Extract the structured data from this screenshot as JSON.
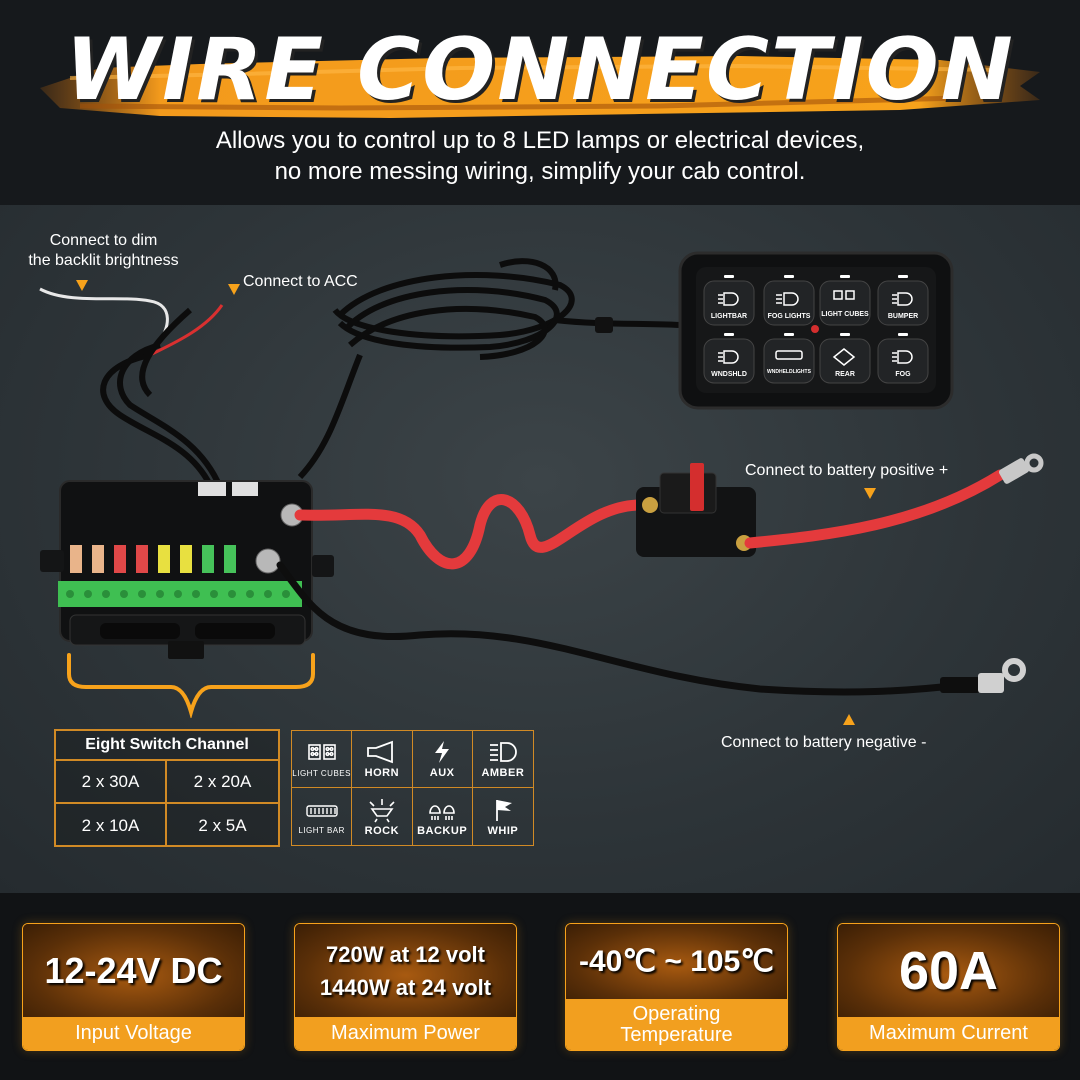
{
  "header": {
    "title": "WIRE CONNECTION",
    "subtitle_line1": "Allows you to control up to 8 LED lamps or electrical devices,",
    "subtitle_line2": "no more messing wiring, simplify your cab control."
  },
  "callouts": {
    "dim_line1": "Connect to dim",
    "dim_line2": "the backlit brightness",
    "acc": "Connect to ACC",
    "battery_positive": "Connect to battery positive +",
    "battery_negative": "Connect to battery negative -"
  },
  "control_panel": {
    "buttons": [
      "LIGHTBAR",
      "FOG LIGHTS",
      "LIGHT CUBES",
      "BUMPER",
      "WNDSHLD",
      "WNDHELDLIGHTS",
      "REAR",
      "FOG"
    ]
  },
  "channel_table": {
    "title": "Eight Switch Channel",
    "cells": [
      "2 x 30A",
      "2 x 20A",
      "2 x 10A",
      "2 x 5A"
    ]
  },
  "icon_grid": {
    "items": [
      {
        "icon": "light-cubes-icon",
        "label": "LIGHT CUBES"
      },
      {
        "icon": "horn-icon",
        "label": "HORN"
      },
      {
        "icon": "aux-icon",
        "label": "AUX"
      },
      {
        "icon": "amber-icon",
        "label": "AMBER"
      },
      {
        "icon": "light-bar-icon",
        "label": "LIGHT BAR"
      },
      {
        "icon": "rock-icon",
        "label": "ROCK"
      },
      {
        "icon": "backup-icon",
        "label": "BACKUP"
      },
      {
        "icon": "whip-icon",
        "label": "WHIP"
      }
    ]
  },
  "specs": [
    {
      "value": "12-24V DC",
      "label": "Input Voltage"
    },
    {
      "value_line1": "720W at 12 volt",
      "value_line2": "1440W at 24 volt",
      "label": "Maximum Power"
    },
    {
      "value": "-40℃ ~ 105℃",
      "label_line1": "Operating",
      "label_line2": "Temperature"
    },
    {
      "value": "60A",
      "label": "Maximum Current"
    }
  ],
  "colors": {
    "accent": "#f7a21b",
    "border": "#d18a25",
    "header_bg": "#16191c",
    "footer_bg": "#111315",
    "red_wire": "#e43a3c"
  }
}
